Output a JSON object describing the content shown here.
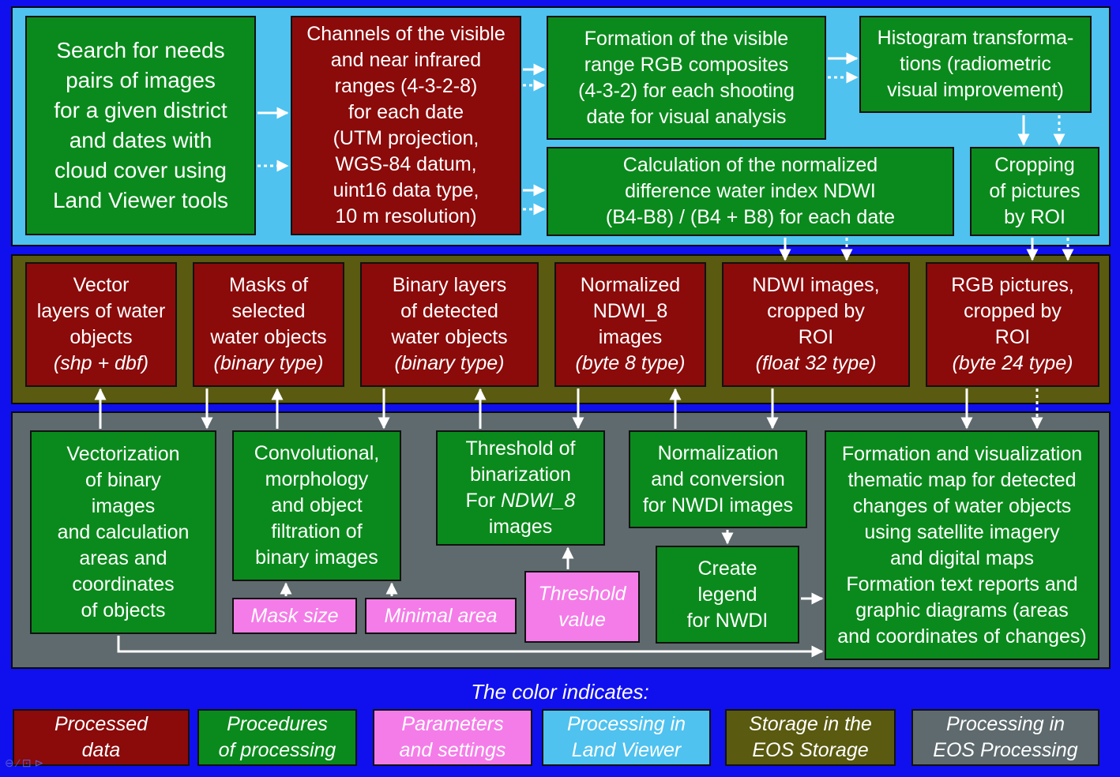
{
  "colors": {
    "background": "#1010ee",
    "processed_data": "#8b0a0a",
    "procedures": "#0a8a1c",
    "parameters": "#f47ce8",
    "land_viewer": "#4fc2ef",
    "eos_storage": "#5a5a10",
    "eos_processing": "#5e6a6e",
    "connector": "#ffffff"
  },
  "land_viewer_band": {
    "search": [
      "Search for needs",
      "pairs of images",
      "for a given district",
      "and dates with",
      "cloud cover using",
      "Land Viewer tools"
    ],
    "channels": [
      "Channels of the visible",
      "and near infrared",
      "ranges (4-3-2-8)",
      "for each date",
      "(UTM projection,",
      "WGS-84 datum,",
      "uint16 data type,",
      "10 m resolution)"
    ],
    "rgb_formation": [
      "Formation of the visible",
      "range RGB composites",
      "(4-3-2) for each shooting",
      "date for visual analysis"
    ],
    "histogram": [
      "Histogram transforma-",
      "tions (radiometric",
      "visual improvement)"
    ],
    "ndwi_calc": [
      "Calculation of the normalized",
      "difference water index NDWI",
      "(B4-B8) / (B4 + B8) for each date"
    ],
    "cropping": [
      "Cropping",
      "of pictures",
      "by ROI"
    ]
  },
  "storage_band": {
    "vector_layers": [
      "Vector",
      "layers of water",
      "objects"
    ],
    "vector_layers_type": "(shp + dbf)",
    "masks": [
      "Masks of",
      "selected",
      "water objects"
    ],
    "masks_type": "(binary type)",
    "binary_layers": [
      "Binary layers",
      "of detected",
      "water objects"
    ],
    "binary_layers_type": "(binary type)",
    "normalized_ndwi": [
      "Normalized",
      "NDWI_8",
      "images"
    ],
    "normalized_ndwi_type": "(byte 8 type)",
    "ndwi_cropped": [
      "NDWI images,",
      "cropped by",
      "ROI"
    ],
    "ndwi_cropped_type": "(float 32 type)",
    "rgb_cropped": [
      "RGB pictures,",
      "cropped by",
      "ROI"
    ],
    "rgb_cropped_type": "(byte 24 type)"
  },
  "processing_band": {
    "vectorization": [
      "Vectorization",
      "of binary",
      "images",
      "and calculation",
      "areas and",
      "coordinates",
      "of objects"
    ],
    "convolutional": [
      "Convolutional,",
      "morphology",
      "and object",
      "filtration of",
      "binary images"
    ],
    "threshold": {
      "line1": "Threshold of",
      "line2": "binarization",
      "line3_prefix": "For ",
      "line3_italic": "NDWI_8",
      "line4": "images"
    },
    "normalization": [
      "Normalization",
      "and conversion",
      "for NWDI images"
    ],
    "legend_create": [
      "Create",
      "legend",
      "for NWDI"
    ],
    "formation_map": [
      "Formation and visualization",
      "thematic map for detected",
      "changes of water objects",
      "using  satellite imagery",
      "and digital maps",
      "Formation text reports and",
      "graphic diagrams (areas",
      "and coordinates of changes)"
    ],
    "mask_size": "Mask size",
    "minimal_area": "Minimal area",
    "threshold_value": [
      "Threshold",
      "value"
    ]
  },
  "legend": {
    "title": "The color indicates:",
    "processed_data": [
      "Processed",
      "data"
    ],
    "procedures": [
      "Procedures",
      "of processing"
    ],
    "parameters": [
      "Parameters",
      "and settings"
    ],
    "land_viewer": [
      "Processing in",
      "Land Viewer"
    ],
    "eos_storage": [
      "Storage in the",
      "EOS Storage"
    ],
    "eos_processing": [
      "Processing in",
      "EOS Processing"
    ]
  },
  "corner_mark": "⊖ ⁄ ⊡ ⊳"
}
